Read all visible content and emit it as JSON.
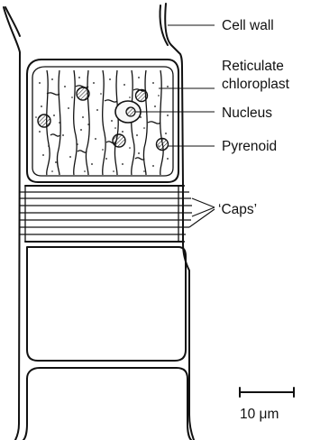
{
  "figure": {
    "labels": {
      "cell_wall": "Cell wall",
      "reticulate_line1": "Reticulate",
      "reticulate_line2": "chloroplast",
      "nucleus": "Nucleus",
      "pyrenoid": "Pyrenoid",
      "caps": "‘Caps’",
      "scale_bar": "10 μm"
    }
  }
}
